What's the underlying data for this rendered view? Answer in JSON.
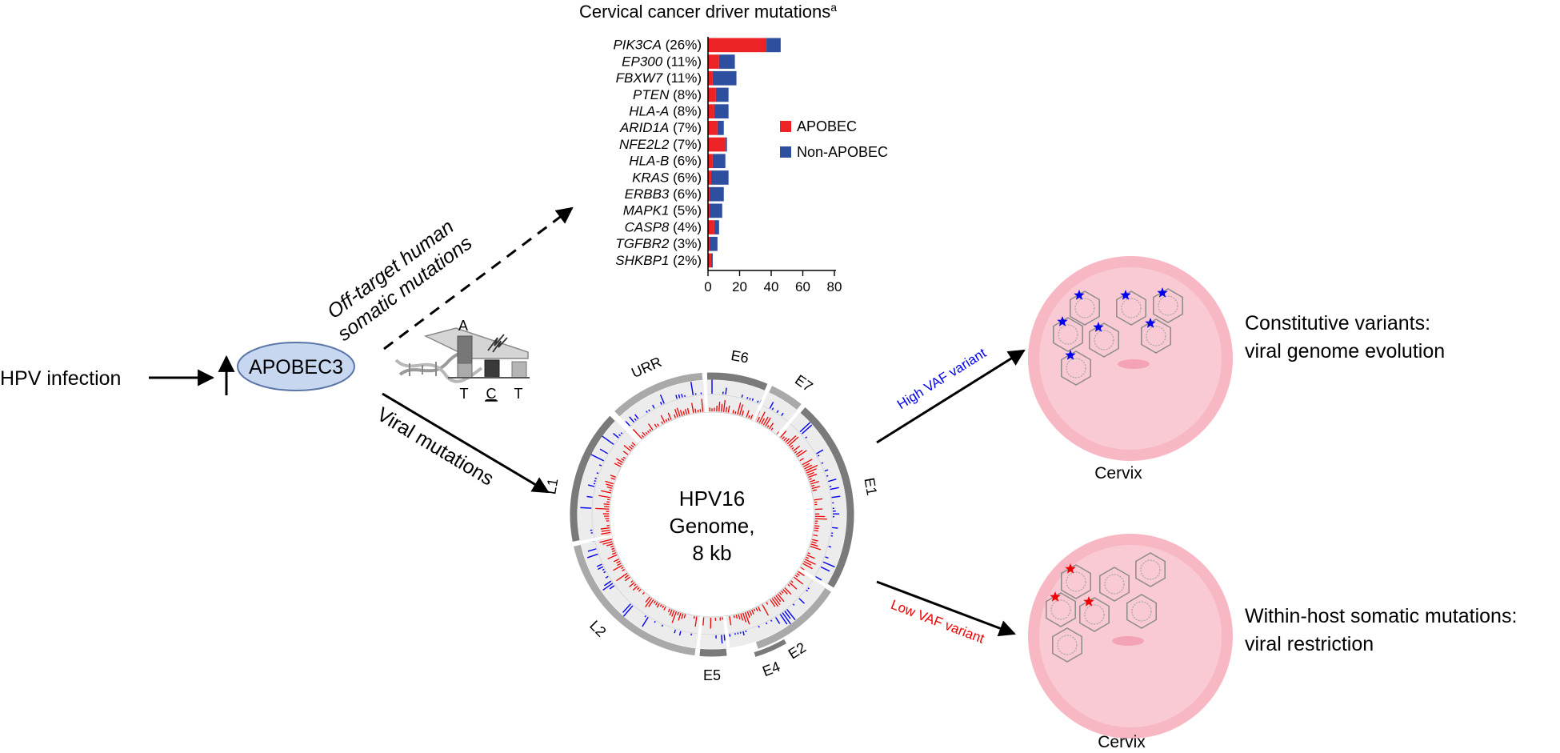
{
  "chart_data": {
    "type": "bar",
    "title": "Cervical cancer driver mutations",
    "title_superscript": "a",
    "orientation": "horizontal",
    "stacked": true,
    "categories": [
      "PIK3CA",
      "EP300",
      "FBXW7",
      "PTEN",
      "HLA-A",
      "ARID1A",
      "NFE2L2",
      "HLA-B",
      "KRAS",
      "ERBB3",
      "MAPK1",
      "CASP8",
      "TGFBR2",
      "SHKBP1"
    ],
    "percent_labels": [
      "(26%)",
      "(11%)",
      "(11%)",
      "(8%)",
      "(8%)",
      "(7%)",
      "(7%)",
      "(6%)",
      "(6%)",
      "(6%)",
      "(5%)",
      "(4%)",
      "(3%)",
      "(2%)"
    ],
    "series": [
      {
        "name": "APOBEC",
        "color": "#ed2224",
        "values": [
          37,
          7,
          3,
          5,
          4,
          6,
          11,
          3,
          2,
          1,
          1,
          4,
          1,
          2
        ]
      },
      {
        "name": "Non-APOBEC",
        "color": "#2e4f9f",
        "values": [
          9,
          10,
          15,
          8,
          9,
          4,
          1,
          8,
          11,
          9,
          8,
          3,
          5,
          1
        ]
      }
    ],
    "xlim": [
      0,
      80
    ],
    "xticks": [
      "0",
      "20",
      "40",
      "60",
      "80"
    ],
    "legend_position": "right"
  },
  "left": {
    "hpv_infection": "HPV infection",
    "apobec3": "APOBEC3",
    "off_target_line1": "Off-target human",
    "off_target_line2": "somatic mutations",
    "viral_mutations": "Viral mutations",
    "base_a": "A",
    "base_t1": "T",
    "base_c": "C",
    "base_t2": "T"
  },
  "genome": {
    "center_line1": "HPV16",
    "center_line2": "Genome,",
    "center_line3": "8 kb",
    "genes": {
      "urr": "URR",
      "e6": "E6",
      "e7": "E7",
      "e1": "E1",
      "e2": "E2",
      "e4": "E4",
      "e5": "E5",
      "l2": "L2",
      "l1": "L1"
    }
  },
  "right": {
    "high_vaf": "High VAF variant",
    "low_vaf": "Low VAF variant",
    "top_title_line1": "Constitutive variants:",
    "top_title_line2": "viral genome evolution",
    "bottom_title_line1": "Within-host somatic mutations:",
    "bottom_title_line2": "viral restriction",
    "cervix_top": "Cervix",
    "cervix_bottom": "Cervix",
    "high_color": "#0000ee",
    "low_color": "#ee0000"
  }
}
